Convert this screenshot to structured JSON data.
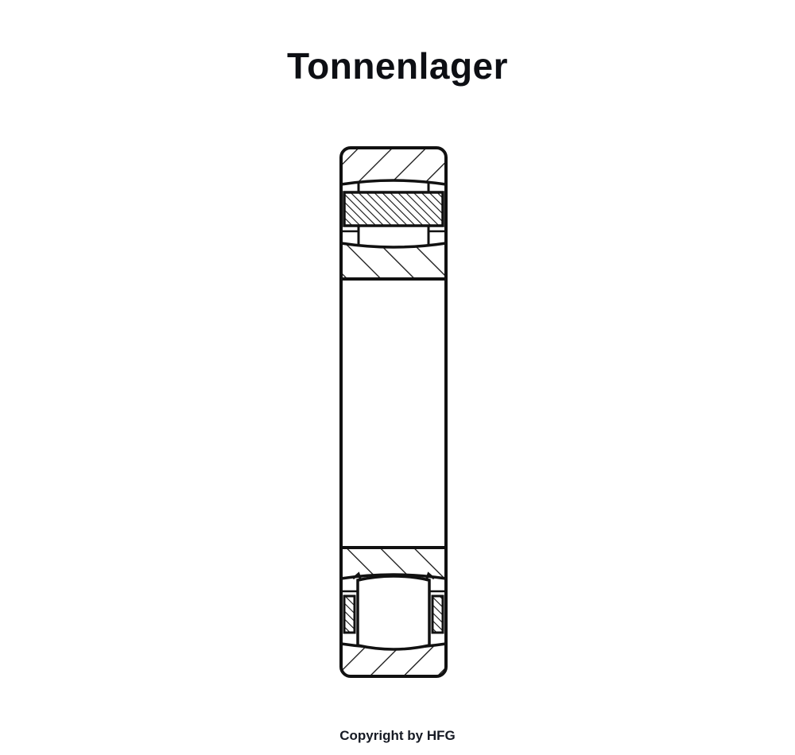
{
  "title": "Tonnenlager",
  "copyright": "Copyright by HFG",
  "drawing": {
    "type": "bearing-cross-section",
    "subject": "barrel roller bearing",
    "colors": {
      "line": "#111111",
      "background": "#ffffff"
    }
  }
}
